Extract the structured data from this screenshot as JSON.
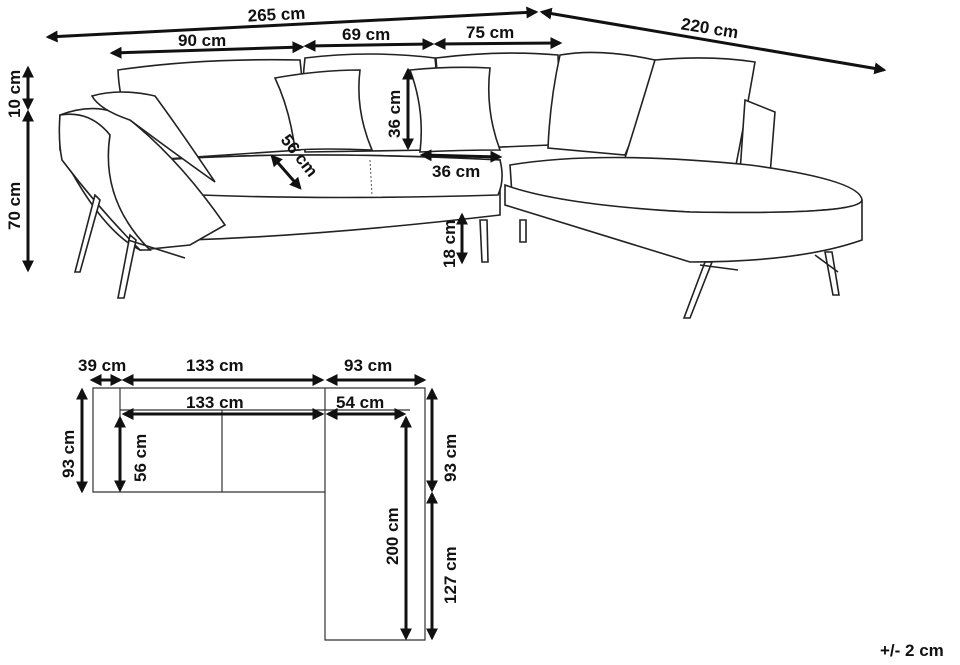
{
  "perspective_view": {
    "total_width": "265 cm",
    "chaise_length": "220 cm",
    "back_section_left": "90 cm",
    "back_section_middle": "69 cm",
    "back_section_right": "75 cm",
    "backrest_height_above_arm": "10 cm",
    "total_height": "70 cm",
    "pillow_height": "36 cm",
    "pillow_width": "36 cm",
    "seat_depth": "56 cm",
    "leg_height": "18 cm"
  },
  "plan_view": {
    "armrest_width": "39 cm",
    "middle_width_outer": "133 cm",
    "corner_width": "93 cm",
    "middle_width_inner": "133 cm",
    "chaise_seat_width": "54 cm",
    "depth_left": "93 cm",
    "seat_depth": "56 cm",
    "depth_right": "93 cm",
    "chaise_seat_length": "200 cm",
    "chaise_extension": "127 cm"
  },
  "tolerance": "+/- 2 cm"
}
